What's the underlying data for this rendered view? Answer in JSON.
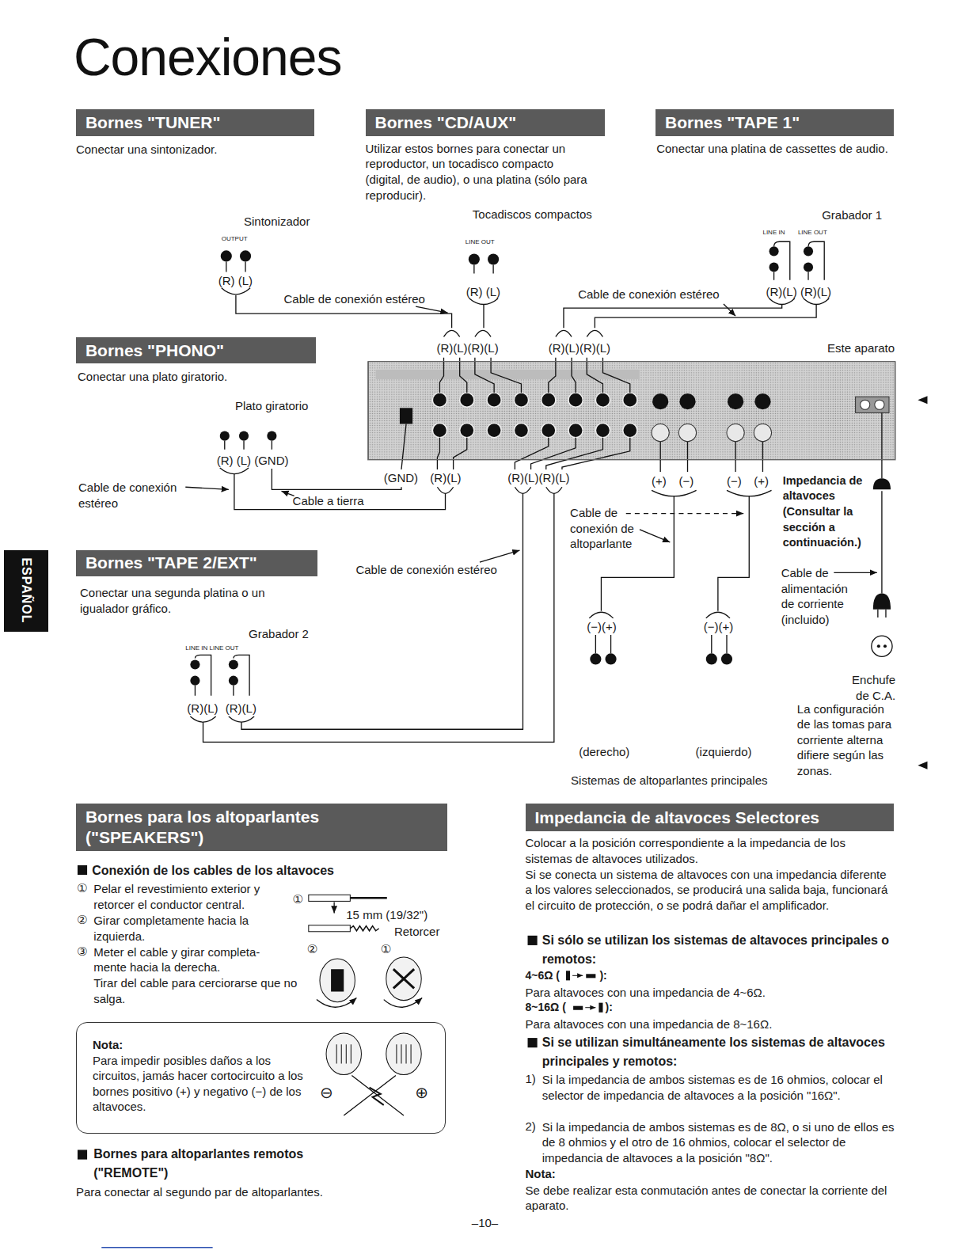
{
  "diagram": {
    "title": "Conexiones",
    "nodes": [
      {
        "text": [
          "Bornes \"TUNER\""
        ]
      },
      {
        "text": [
          "Bornes \"CD/AUX\""
        ]
      },
      {
        "text": [
          "Bornes \"TAPE 1\""
        ]
      },
      {
        "text": [
          "Bornes \"PHONO\""
        ]
      },
      {
        "text": [
          "Este aparato"
        ]
      },
      {
        "text": [
          "ESPAÑOL"
        ]
      },
      {
        "text": [
          "Bornes \"TAPE 2/EXT\""
        ]
      },
      {
        "text": [
          "Bornes para los altoparlantes (\"SPEAKERS\")"
        ]
      },
      {
        "text": [
          "Nota:",
          "Para impedir posibles daños a los circuitos, jamás hacer cortocircuito a los bornes positivo (+) y negativo (−) de los altavoces."
        ]
      },
      {
        "text": [
          "Impedancia de altavoces Selectores"
        ]
      }
    ],
    "labels": [
      "Conectar una sintonizador.",
      "Utilizar estos bornes para conectar un reproductor, un tocadisco compacto (digital, de audio), o una platina (sólo para reproducir).",
      "Conectar una platina de cassettes de audio.",
      "Sintonizador",
      "OUTPUT",
      "(R) (L)",
      "Cable de conexión estéreo",
      "Tocadiscos compactos",
      "LINE OUT",
      "(R) (L)",
      "Grabador 1",
      "LINE IN",
      "LINE OUT",
      "(R)(L)",
      "(R)(L)",
      "Cable de conexión estéreo",
      "(R)(L)(R)(L)",
      "(R)(L)(R)(L)",
      "Conectar una plato giratorio.",
      "Plato giratorio",
      "(R) (L) (GND)",
      "Cable de conexión estéreo",
      "Cable a tierra",
      "(GND)",
      "(R)(L)",
      "(R)(L)(R)(L)",
      "(+)",
      "(−)",
      "(−)",
      "(+)",
      "Impedancia de altavoces (Consultar la sección a continuación.)",
      "Cable de conexión de altoparlante",
      "Cable de alimentación de corriente (incluido)",
      "Enchufe de C.A.",
      "La configuración de las tomas para corriente alterna difiere según las zonas.",
      "Conectar una segunda platina o un igualador gráfico.",
      "Cable de conexión estéreo",
      "(−)(+)",
      "(−)(+)",
      "Grabador 2",
      "LINE IN",
      "LINE OUT",
      "(R)(L)",
      "(R)(L)",
      "(derecho)",
      "(izquierdo)",
      "Sistemas de altoparlantes principales",
      "Conexión de los cables de los altavoces",
      "①",
      "Pelar el revestimiento exterior y retorcer el conductor central.",
      "②",
      "Girar completamente hacia la izquierda.",
      "③",
      "Meter el cable y girar completa- mente hacia la derecha.",
      "Tirar del cable para cerciorarse que no salga.",
      "①",
      "15 mm (19/32\")",
      "Retorcer",
      "②",
      "①",
      "⊖",
      "⊕",
      "Bornes para altoparlantes remotos (\"REMOTE\")",
      "Para conectar al segundo par de altoparlantes.",
      "Colocar a la posición correspondiente a la impedancia de los sistemas de altavoces utilizados.",
      "Si se conecta un sistema de altavoces con una impedancia diferente a los valores seleccionados, se producirá una salida baja, funcionará el circuito de protección, o se podrá dañar el amplificador.",
      "Si sólo se utilizan los sistemas de altavoces principales o remotos:",
      "4~6Ω (",
      "):",
      "Para altavoces con una impedancia de 4~6Ω.",
      "8~16Ω (",
      "):",
      "Para altavoces con una impedancia de 8~16Ω.",
      "Si se utilizan simultáneamente los sistemas de altavoces principales y remotos:",
      "1)",
      "Si la impedancia de ambos sistemas es de 16 ohmios, colocar el selector de impedancia de altavoces a la posición \"16Ω\".",
      "2)",
      "Si la impedancia de ambos sistemas es de 8Ω, o si uno de ellos es de 8 ohmios y el otro de 16 ohmios, colocar el selector de impedancia de altavoces a la posición \"8Ω\".",
      "Nota:",
      "Se debe realizar esta conmutación antes de conectar la corriente del aparato.",
      "–10–"
    ]
  }
}
